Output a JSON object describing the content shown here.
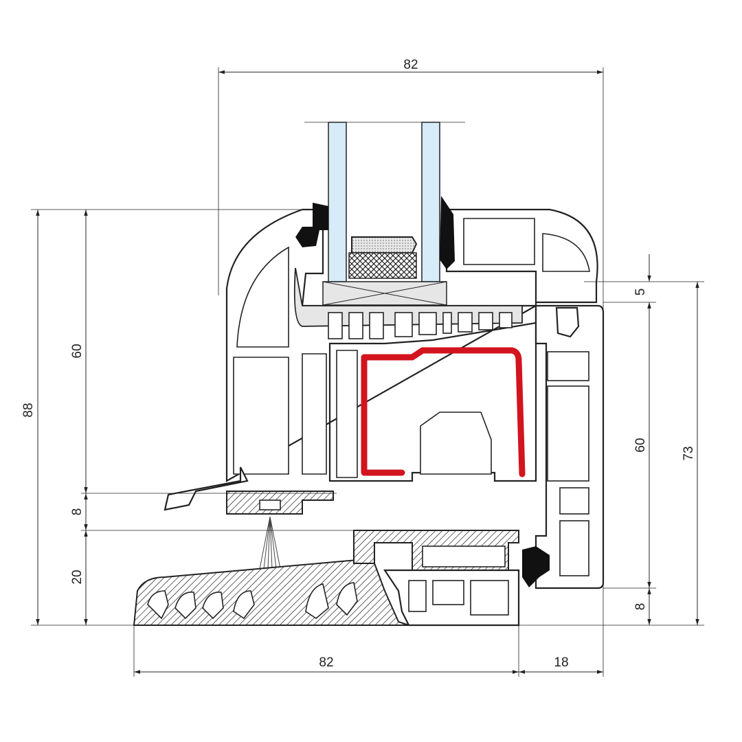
{
  "title": "Window profile cross-section with dimensions",
  "dimensions": {
    "top_width": "82",
    "total_height_left": "88",
    "sash_height_left": "60",
    "gap_left": "8",
    "sill_height_left": "20",
    "overlap_right": "5",
    "frame_height_right": "60",
    "bottom_right": "8",
    "total_height_right": "73",
    "bottom_width": "82",
    "bottom_offset": "18"
  },
  "colors": {
    "line": "#222222",
    "reinforcement": "#d2141e",
    "glass": "#d6ecf8",
    "glazing_bead": "#e6e6e6"
  }
}
